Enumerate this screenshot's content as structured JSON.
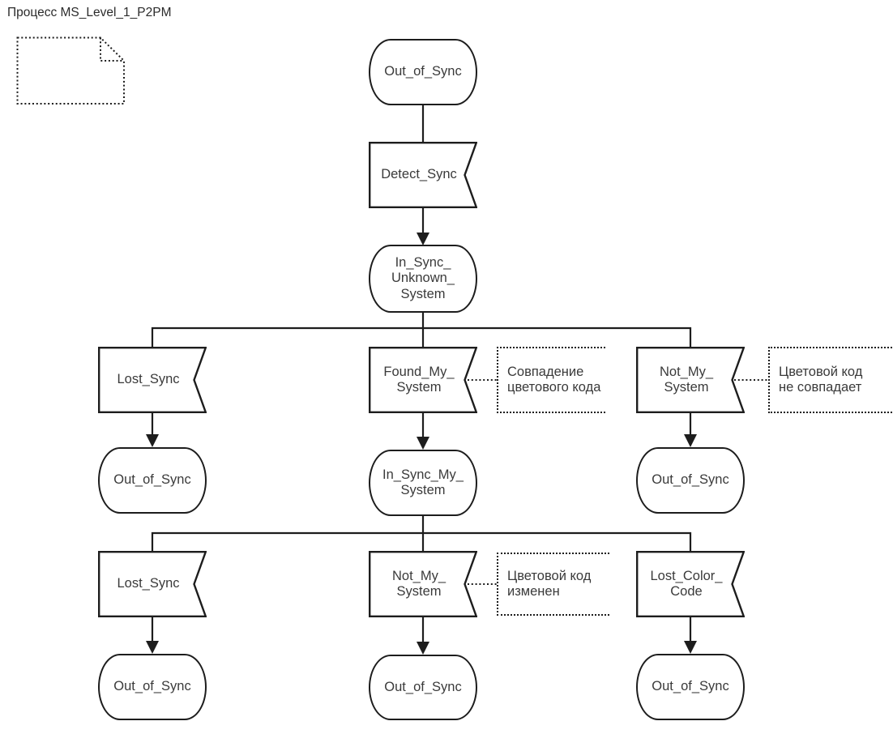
{
  "page": {
    "title": "Процесс MS_Level_1_P2PM"
  },
  "diagram": {
    "notation": "SDL process state / signal flow diagram",
    "colors": {
      "line": "#1d1d1d",
      "text": "#3a3a3a",
      "background": "#ffffff"
    },
    "nodes": {
      "out_of_sync_top": {
        "type": "state",
        "label": "Out_of_Sync"
      },
      "detect_sync": {
        "type": "signal_input",
        "label": "Detect_Sync"
      },
      "in_sync_unknown": {
        "type": "state",
        "label": "In_Sync_\nUnknown_\nSystem"
      },
      "lost_sync_1": {
        "type": "signal_input",
        "label": "Lost_Sync"
      },
      "found_my_system": {
        "type": "signal_input",
        "label": "Found_My_\nSystem"
      },
      "not_my_system_1": {
        "type": "signal_input",
        "label": "Not_My_\nSystem"
      },
      "out_of_sync_l1": {
        "type": "state",
        "label": "Out_of_Sync"
      },
      "in_sync_my": {
        "type": "state",
        "label": "In_Sync_My_\nSystem"
      },
      "out_of_sync_r1": {
        "type": "state",
        "label": "Out_of_Sync"
      },
      "lost_sync_2": {
        "type": "signal_input",
        "label": "Lost_Sync"
      },
      "not_my_system_2": {
        "type": "signal_input",
        "label": "Not_My_\nSystem"
      },
      "lost_color_code": {
        "type": "signal_input",
        "label": "Lost_Color_\nCode"
      },
      "out_of_sync_l2": {
        "type": "state",
        "label": "Out_of_Sync"
      },
      "out_of_sync_c2": {
        "type": "state",
        "label": "Out_of_Sync"
      },
      "out_of_sync_r2": {
        "type": "state",
        "label": "Out_of_Sync"
      }
    },
    "comments": {
      "match": {
        "text": "Совпадение\nцветового кода",
        "attached_to": "found_my_system"
      },
      "nomatch": {
        "text": "Цветовой код\nне совпадает",
        "attached_to": "not_my_system_1"
      },
      "changed": {
        "text": "Цветовой код\nизменен",
        "attached_to": "not_my_system_2"
      }
    },
    "edges": [
      {
        "from": "out_of_sync_top",
        "to": "detect_sync",
        "arrow": false
      },
      {
        "from": "detect_sync",
        "to": "in_sync_unknown",
        "arrow": true
      },
      {
        "from": "in_sync_unknown",
        "to": "lost_sync_1",
        "arrow": false
      },
      {
        "from": "in_sync_unknown",
        "to": "found_my_system",
        "arrow": false
      },
      {
        "from": "in_sync_unknown",
        "to": "not_my_system_1",
        "arrow": false
      },
      {
        "from": "lost_sync_1",
        "to": "out_of_sync_l1",
        "arrow": true
      },
      {
        "from": "found_my_system",
        "to": "in_sync_my",
        "arrow": true
      },
      {
        "from": "not_my_system_1",
        "to": "out_of_sync_r1",
        "arrow": true
      },
      {
        "from": "in_sync_my",
        "to": "lost_sync_2",
        "arrow": false
      },
      {
        "from": "in_sync_my",
        "to": "not_my_system_2",
        "arrow": false
      },
      {
        "from": "in_sync_my",
        "to": "lost_color_code",
        "arrow": false
      },
      {
        "from": "lost_sync_2",
        "to": "out_of_sync_l2",
        "arrow": true
      },
      {
        "from": "not_my_system_2",
        "to": "out_of_sync_c2",
        "arrow": true
      },
      {
        "from": "lost_color_code",
        "to": "out_of_sync_r2",
        "arrow": true
      }
    ]
  }
}
